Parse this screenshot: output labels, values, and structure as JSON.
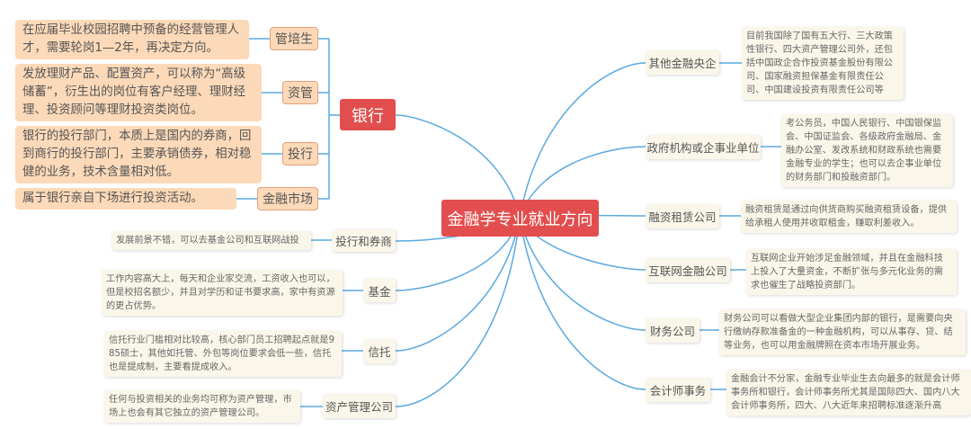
{
  "center": "金融学专业就业方向",
  "bank": {
    "label": "银行",
    "children": [
      {
        "label": "管培生",
        "desc": "在应届毕业校园招聘中预备的经营管理人才，需要轮岗1—2年，再决定方向。"
      },
      {
        "label": "资管",
        "desc": "发放理财产品、配置资产，可以称为“高级储蓄”，衍生出的岗位有客户经理、理财经理、投资顾问等理财投资类岗位。"
      },
      {
        "label": "投行",
        "desc": "银行的投行部门，本质上是国内的券商，回到商行的投行部门，主要承销债券，相对稳健的业务，技术含量相对低。"
      },
      {
        "label": "金融市场",
        "desc": "属于银行亲自下场进行投资活动。"
      }
    ]
  },
  "left": [
    {
      "label": "投行和券商",
      "desc": "发展前景不错，可以去基金公司和互联网战投"
    },
    {
      "label": "基金",
      "desc": "工作内容高大上，每天和企业家交流，工资收入也可以，但是校招名额少，并且对学历和证书要求高，家中有资源的更占优势。"
    },
    {
      "label": "信托",
      "desc": "信托行业门槛相对比较高，核心部门员工招聘起点就是985硕士，其他如托管、外包等岗位要求会低一些，信托也是提成制，主要看提成收入。"
    },
    {
      "label": "资产管理公司",
      "desc": "任何与投资相关的业务均可称为资产管理，市场上也会有其它独立的资产管理公司。"
    }
  ],
  "right": [
    {
      "label": "其他金融央企",
      "desc": "目前我国除了国有五大行、三大政策性银行、四大资产管理公司外，还包括中国政企合作投资基金股份有限公司、国家融资担保基金有限责任公司、中国建设投资有限责任公司等"
    },
    {
      "label": "政府机构或企事业单位",
      "desc": "考公务员，中国人民银行、中国银保监会、中国证监会、各级政府金融局、金融办公室、发改系统和财政系统也需要金融专业的学生；也可以去企事业单位的财务部门和投融资部门。"
    },
    {
      "label": "融资租赁公司",
      "desc": "融资租赁是通过向供货商购买融资租赁设备，提供给承租人使用并收取租金，赚取利差收入。"
    },
    {
      "label": "互联网金融公司",
      "desc": "互联网企业开始涉足金融领域，并且在金融科技上投入了大量资金，不断扩张与多元化业务的需求也催生了战略投资部门。"
    },
    {
      "label": "财务公司",
      "desc": "财务公司可以看做大型企业集团内部的银行，是需要向央行缴纳存款准备金的一种金融机构，可以从事存、贷、结等业务，也可以用金融牌照在资本市场开展业务。"
    },
    {
      "label": "会计师事务",
      "desc": "金融会计不分家，金融专业毕业生去向最多的就是会计师事务所和银行，会计师事务所尤其是国际四大、国内八大会计师事务所，四大、八大近年来招聘标准逐渐升高"
    }
  ],
  "colors": {
    "line": "#5aa9e0",
    "red": "#e24e4e",
    "peach": "#fcd9b8"
  }
}
